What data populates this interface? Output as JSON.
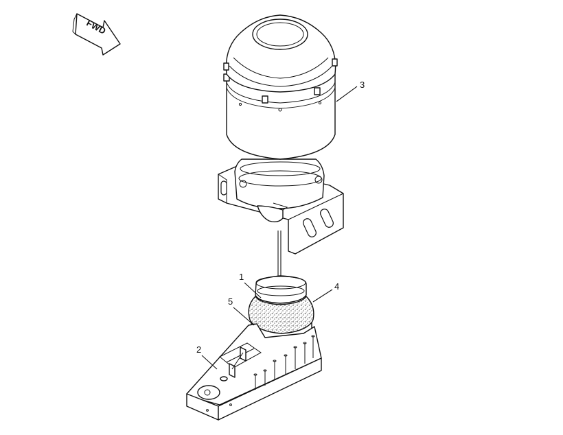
{
  "orientation": {
    "label": "FWD",
    "icon": "forward-arrow-icon"
  },
  "callouts": [
    {
      "number": "1",
      "part": "clamp"
    },
    {
      "number": "2",
      "part": "mounting-bracket"
    },
    {
      "number": "3",
      "part": "air-cleaner-assembly"
    },
    {
      "number": "4",
      "part": "bellows-connector"
    },
    {
      "number": "5",
      "part": "clamp-lower"
    }
  ],
  "colors": {
    "line": "#111111",
    "background": "#ffffff"
  }
}
